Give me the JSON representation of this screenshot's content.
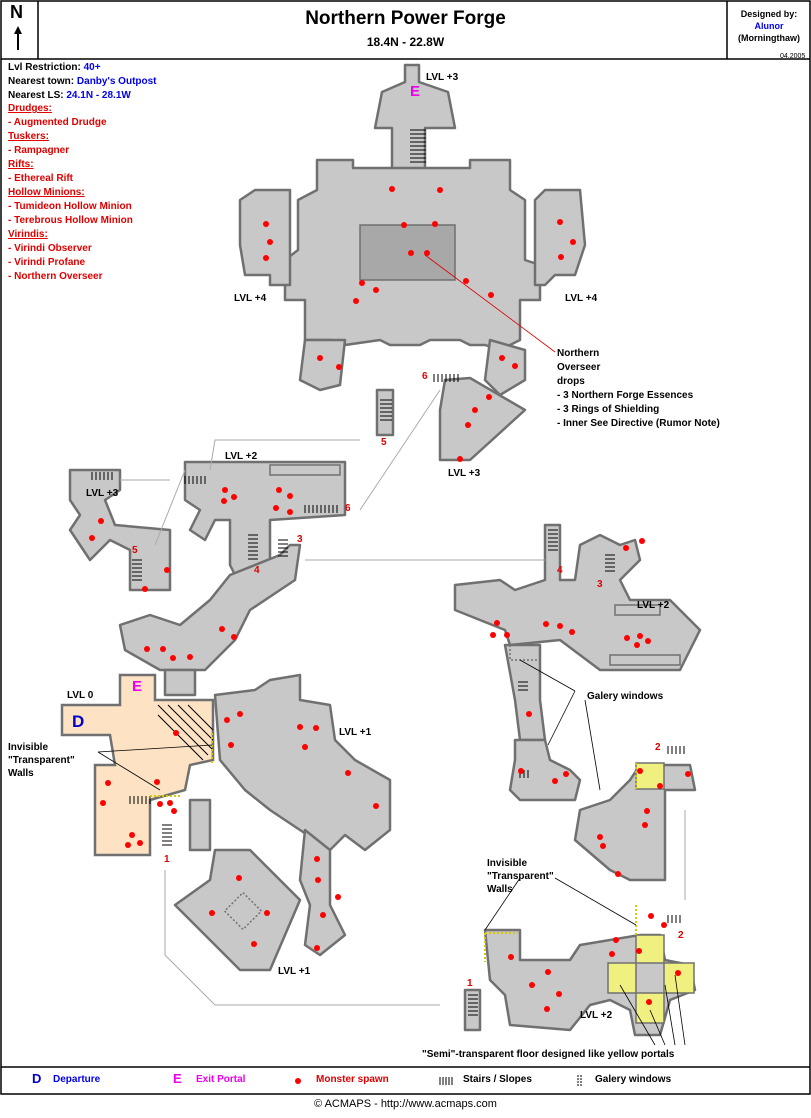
{
  "header": {
    "title": "Northern Power Forge",
    "coords": "18.4N - 22.8W",
    "designed_by_label": "Designed by:",
    "designer_name": "Alunor",
    "designer_server": "(Morningthaw)",
    "date": "04.2005",
    "compass_letter": "N"
  },
  "info": {
    "lvl_label": "Lvl Restriction:",
    "lvl_value": "40+",
    "town_label": "Nearest town:",
    "town_value": "Danby's Outpost",
    "ls_label": "Nearest LS:",
    "ls_value": "24.1N - 28.1W"
  },
  "monsters": [
    {
      "category": "Drudges:",
      "items": [
        "- Augmented Drudge"
      ]
    },
    {
      "category": "Tuskers:",
      "items": [
        "- Rampagner"
      ]
    },
    {
      "category": "Rifts:",
      "items": [
        "- Ethereal Rift"
      ]
    },
    {
      "category": "Hollow Minions:",
      "items": [
        "- Tumideon Hollow Minion",
        "- Terebrous Hollow Minion"
      ]
    },
    {
      "category": "Virindis:",
      "items": [
        "- Virindi Observer",
        "- Virindi Profane",
        "- Northern Overseer"
      ]
    }
  ],
  "boss": {
    "name_line1": "Northern",
    "name_line2": "Overseer",
    "drops_label": "drops",
    "drops": [
      "- 3 Northern Forge Essences",
      "- 3 Rings of Shielding",
      "- Inner See Directive (Rumor Note)"
    ]
  },
  "levels": {
    "top": "LVL +3",
    "left_wing": "LVL +4",
    "right_wing": "LVL +4",
    "bottom_loop": "LVL +3",
    "west_small": "LVL +3",
    "mid": "LVL +2",
    "start": "LVL 0",
    "east_hall": "LVL +1",
    "south_room": "LVL +1",
    "right_top": "LVL +2",
    "right_bottom": "LVL +2"
  },
  "annotations": {
    "invisible_walls_left": [
      "Invisible",
      "\"Transparent\"",
      "Walls"
    ],
    "invisible_walls_right": [
      "Invisible",
      "\"Transparent\"",
      "Walls"
    ],
    "gallery_windows": "Galery windows",
    "semi_floor": "\"Semi\"-transparent floor designed like yellow portals"
  },
  "markers": {
    "exit": "E",
    "departure": "D",
    "numbers": [
      "1",
      "1",
      "2",
      "2",
      "3",
      "3",
      "4",
      "4",
      "5",
      "5",
      "6",
      "6"
    ]
  },
  "legend": {
    "departure_letter": "D",
    "departure": "Departure",
    "exit_letter": "E",
    "exit": "Exit Portal",
    "spawn": "Monster spawn",
    "stairs": "Stairs / Slopes",
    "windows": "Galery windows"
  },
  "colors": {
    "floor": "#c8c8c8",
    "wall": "#6f6f6f",
    "start_zone": "#fde3c3",
    "yellow_portal": "#f0f080",
    "spawn": "#ff0000",
    "departure": "#0000cc",
    "exit": "#ee00ee"
  },
  "copyright": "© ACMAPS - http://www.acmaps.com"
}
